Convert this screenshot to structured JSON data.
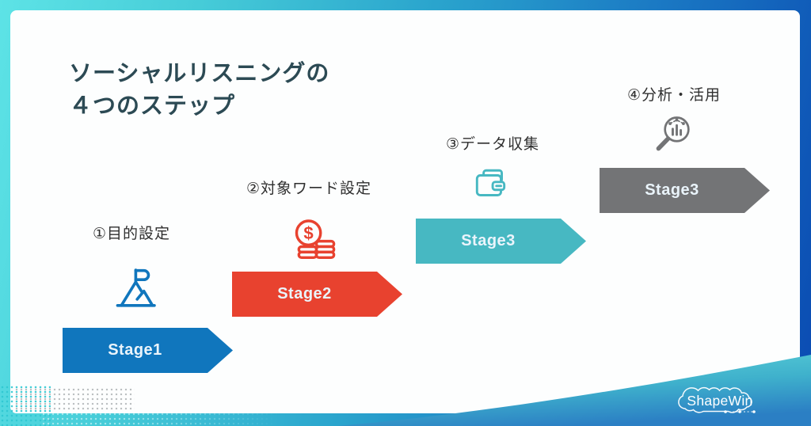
{
  "title": {
    "line1": "ソーシャルリスニングの",
    "line2": "４つのステップ"
  },
  "steps": [
    {
      "label": "①目的設定",
      "stage": "Stage1",
      "color": "#1076bd",
      "icon": "flag-mountain-icon"
    },
    {
      "label": "②対象ワード設定",
      "stage": "Stage2",
      "color": "#e8422f",
      "icon": "money-coins-icon"
    },
    {
      "label": "③データ収集",
      "stage": "Stage3",
      "color": "#47b8c2",
      "icon": "wallet-icon"
    },
    {
      "label": "④分析・活用",
      "stage": "Stage3",
      "color": "#737476",
      "icon": "magnifier-chart-icon"
    }
  ],
  "logo": {
    "text": "ShapeWin"
  },
  "colors": {
    "frame_top_left": "#5de3e6",
    "frame_top_right": "#0a4ab2",
    "wave_top": "#5fd4d8",
    "wave_bottom": "#2b7fc4",
    "title_text": "#2c4a54",
    "label_text": "#2f2f2f",
    "stage_text": "#eaf4fb"
  }
}
